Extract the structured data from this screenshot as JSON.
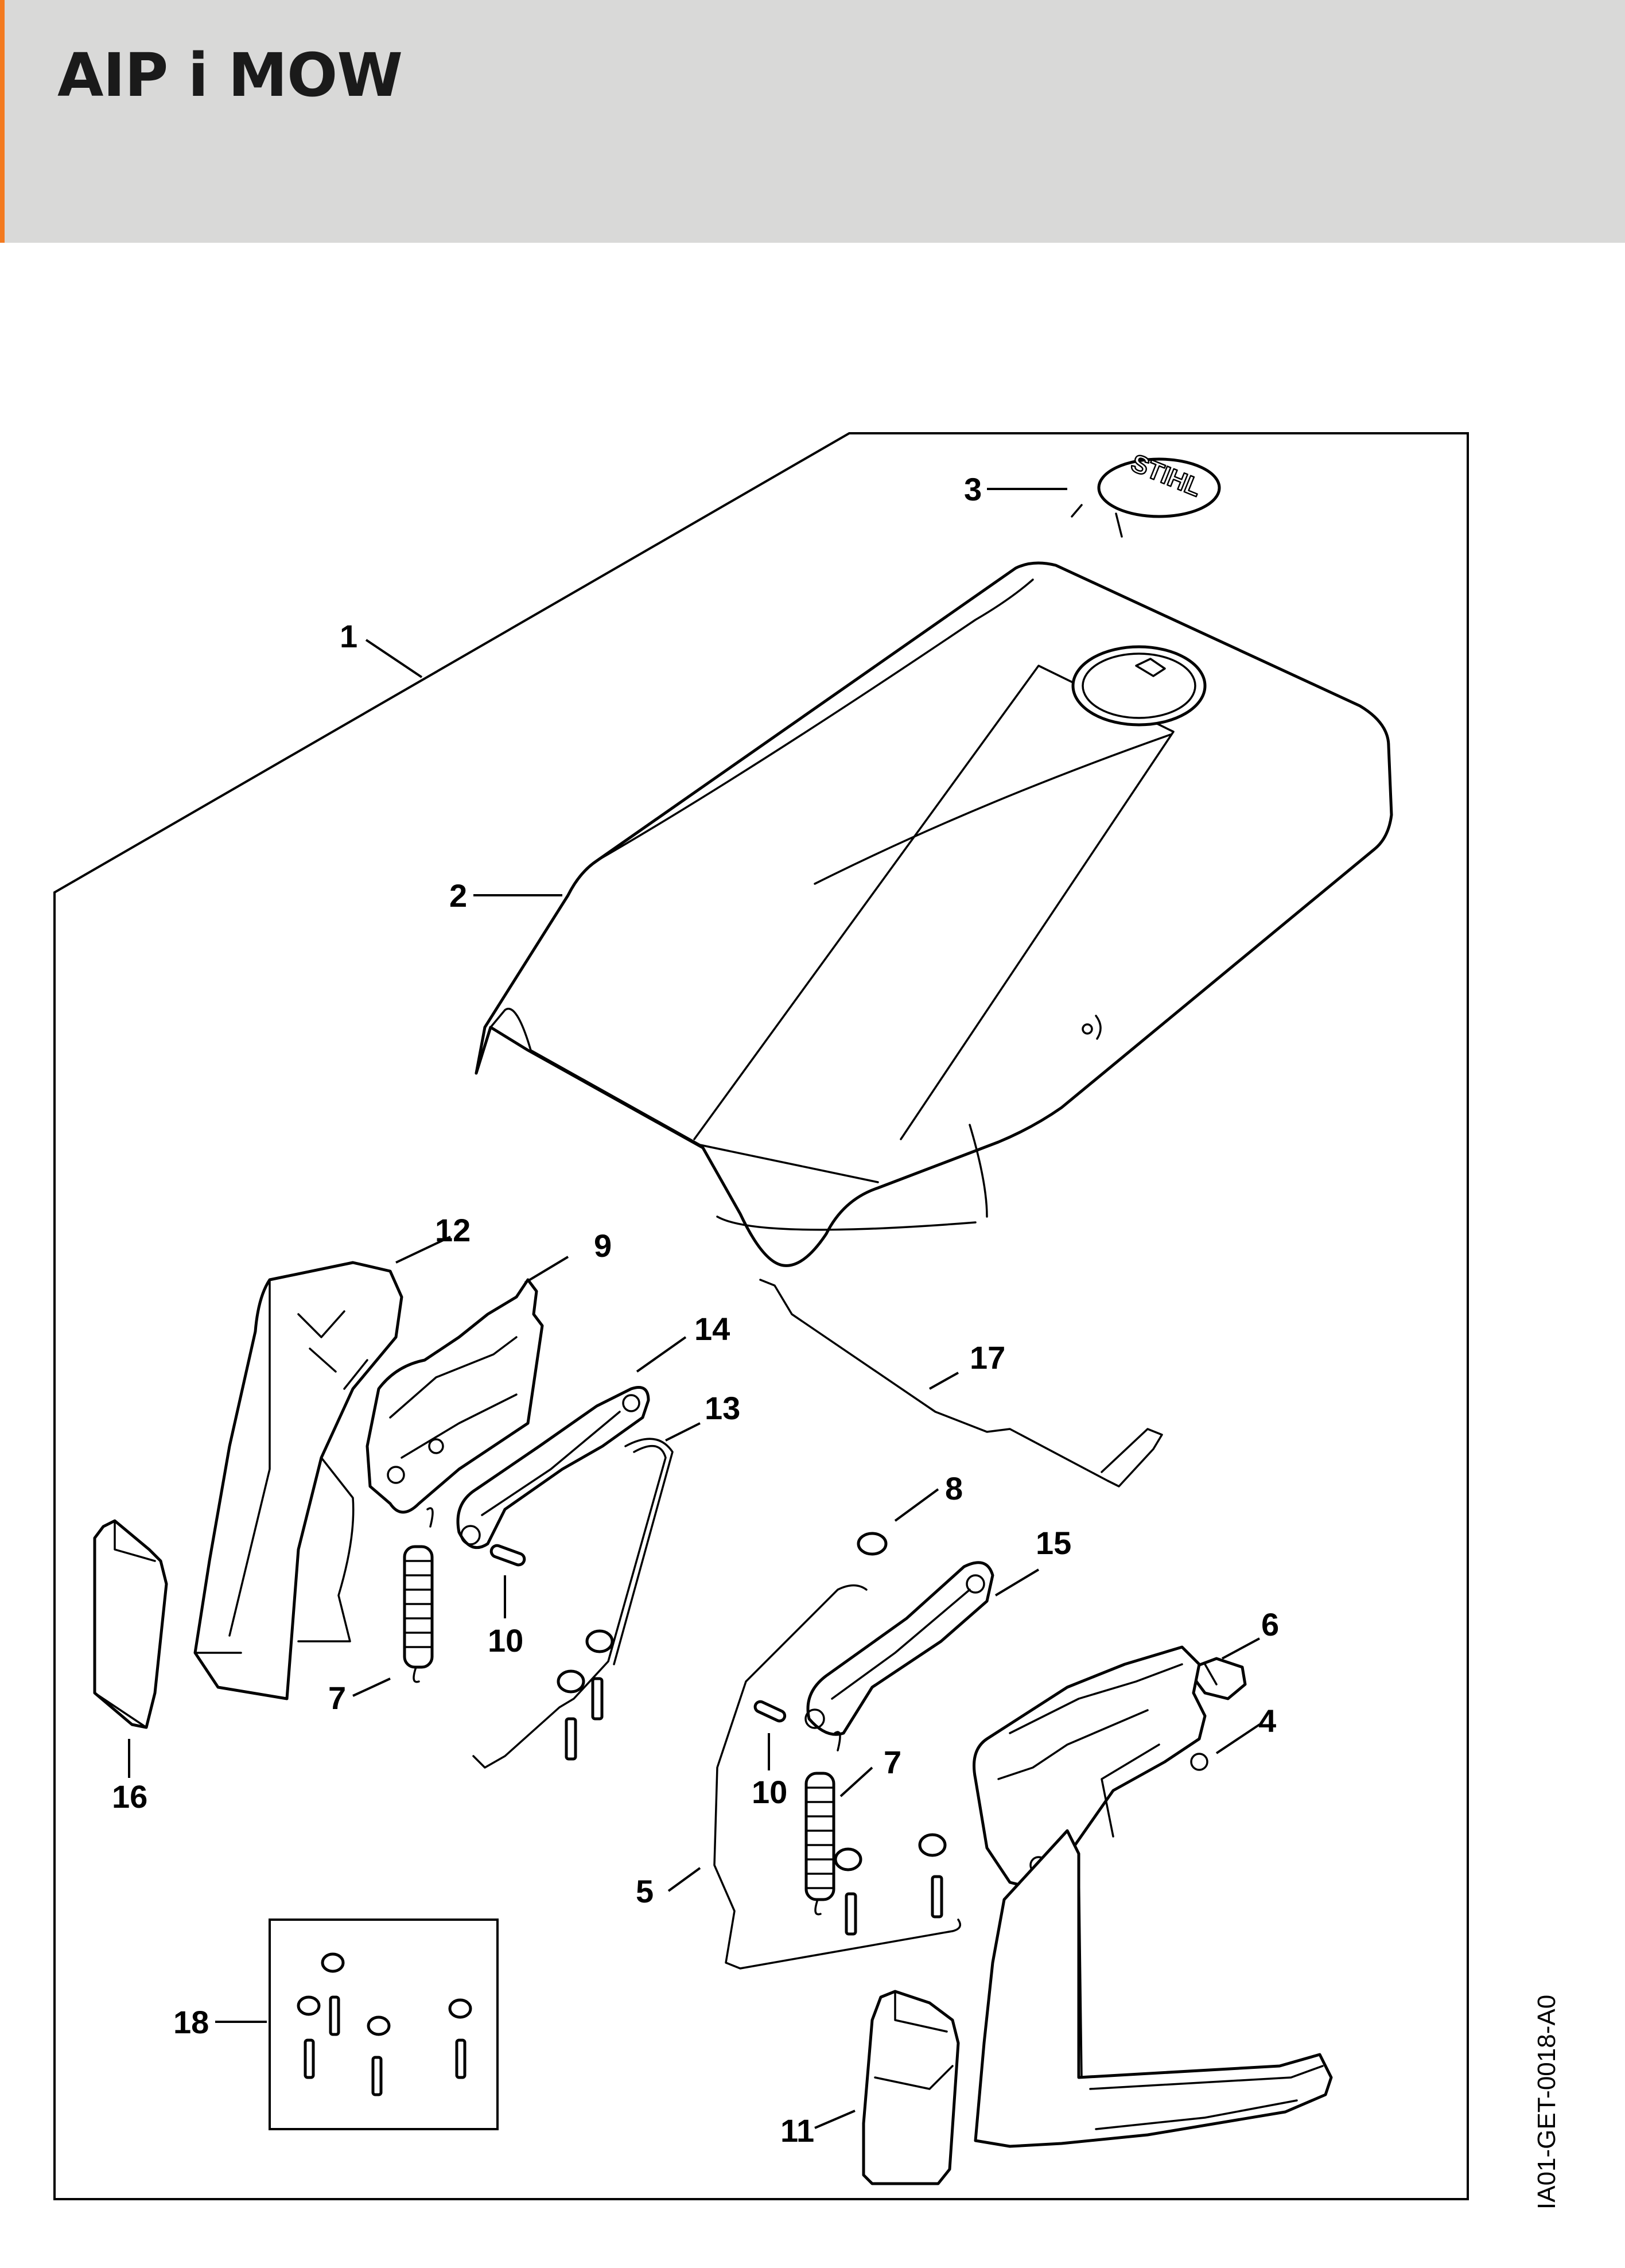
{
  "header": {
    "title": "AIP i MOW",
    "accent_color": "#f37a1f",
    "background_color": "#d9d9d8"
  },
  "callouts": {
    "c1": "1",
    "c2": "2",
    "c3": "3",
    "c4": "4",
    "c5": "5",
    "c6": "6",
    "c7a": "7",
    "c7b": "7",
    "c8": "8",
    "c9": "9",
    "c10a": "10",
    "c10b": "10",
    "c11": "11",
    "c12": "12",
    "c13": "13",
    "c14": "14",
    "c15": "15",
    "c16": "16",
    "c17": "17",
    "c18": "18"
  },
  "logo_text": "STIHL",
  "sheet_id": "IA01-GET-0018-A0"
}
